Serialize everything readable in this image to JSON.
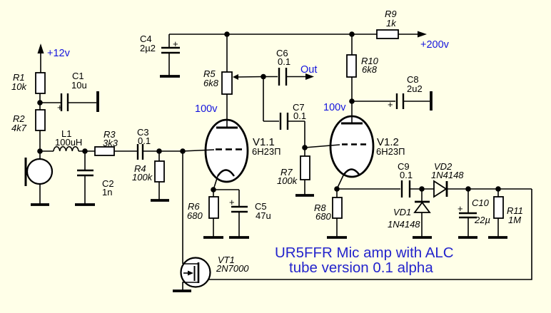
{
  "title": {
    "line1": "UR5FFR Mic amp with ALC",
    "line2": "tube version 0.1 alpha"
  },
  "labels": {
    "supply_12v": "+12v",
    "supply_200v": "+200v",
    "out": "Out",
    "anode_v11": "100v",
    "anode_v12": "100v"
  },
  "colors": {
    "background": "#ffffe8",
    "wire": "#000000",
    "label_blue": "#1414dd",
    "title_blue": "#2424cc"
  },
  "components": {
    "R1": {
      "ref": "R1",
      "value": "10k"
    },
    "R2": {
      "ref": "R2",
      "value": "4k7"
    },
    "R3": {
      "ref": "R3",
      "value": "3k3"
    },
    "R4": {
      "ref": "R4",
      "value": "100k"
    },
    "R5": {
      "ref": "R5",
      "value": "6k8"
    },
    "R6": {
      "ref": "R6",
      "value": "680"
    },
    "R7": {
      "ref": "R7",
      "value": "100k"
    },
    "R8": {
      "ref": "R8",
      "value": "680"
    },
    "R9": {
      "ref": "R9",
      "value": "1k"
    },
    "R10": {
      "ref": "R10",
      "value": "6k8"
    },
    "R11": {
      "ref": "R11",
      "value": "1M"
    },
    "C1": {
      "ref": "C1",
      "value": "10u"
    },
    "C2": {
      "ref": "C2",
      "value": "1n"
    },
    "C3": {
      "ref": "C3",
      "value": "0.1"
    },
    "C4": {
      "ref": "C4",
      "value": "2µ2"
    },
    "C5": {
      "ref": "C5",
      "value": "47u"
    },
    "C6": {
      "ref": "C6",
      "value": "0.1"
    },
    "C7": {
      "ref": "C7",
      "value": "0.1"
    },
    "C8": {
      "ref": "C8",
      "value": "2u2"
    },
    "C9": {
      "ref": "C9",
      "value": "0.1"
    },
    "C10": {
      "ref": "C10",
      "value": "22µ"
    },
    "L1": {
      "ref": "L1",
      "value": "100uH"
    },
    "VD1": {
      "ref": "VD1",
      "value": "1N4148"
    },
    "VD2": {
      "ref": "VD2",
      "value": "1N4148"
    },
    "VT1": {
      "ref": "VT1",
      "value": "2N7000"
    },
    "V1_1": {
      "ref": "V1.1",
      "type": "6Н23П"
    },
    "V1_2": {
      "ref": "V1.2",
      "type": "6Н23П"
    }
  }
}
